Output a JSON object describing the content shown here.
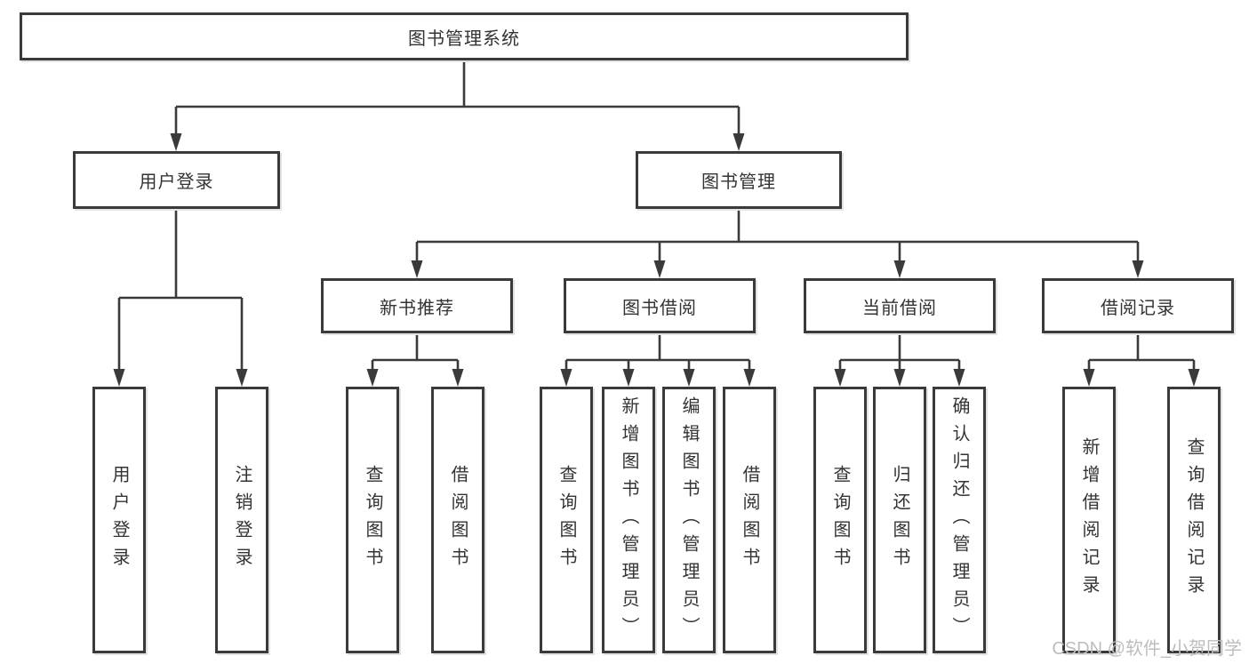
{
  "title": "图书管理系统",
  "level2": {
    "user_login": "用户登录",
    "book_mgmt": "图书管理"
  },
  "level3": {
    "new_books": "新书推荐",
    "book_borrow": "图书借阅",
    "current_borrow": "当前借阅",
    "borrow_records": "借阅记录"
  },
  "leaves": {
    "user_login": "用户登录",
    "logout": "注销登录",
    "query_books_recommend": "查询图书",
    "borrow_books_recommend": "借阅图书",
    "query_books_borrow": "查询图书",
    "add_books_admin": "新增图书（管理员）",
    "edit_books_admin": "编辑图书（管理员）",
    "borrow_books": "借阅图书",
    "query_books_current": "查询图书",
    "return_books": "归还图书",
    "confirm_return_admin": "确认归还（管理员）",
    "add_borrow_record": "新增借阅记录",
    "query_borrow_record": "查询借阅记录"
  },
  "watermark": "CSDN @软件_小贺同学",
  "colors": {
    "line": "#3a3a3a",
    "text": "#333333",
    "watermark": "#bdbdbd",
    "background": "#ffffff"
  }
}
